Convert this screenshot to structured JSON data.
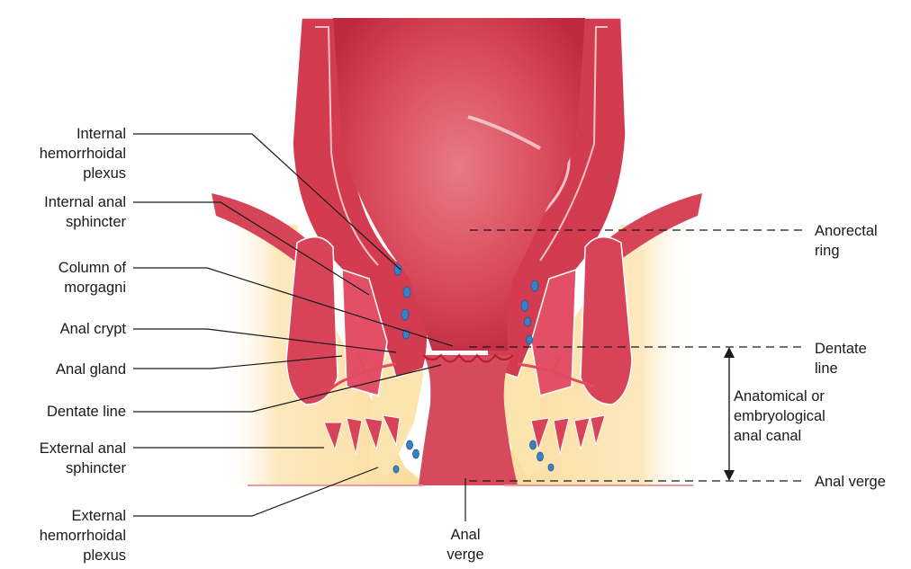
{
  "labels": {
    "internal_hemorrhoidal_plexus": "Internal\nhemorrhoidal\nplexus",
    "internal_anal_sphincter": "Internal anal\nsphincter",
    "column_of_morgagni": "Column of\nmorgagni",
    "anal_crypt": "Anal crypt",
    "anal_gland": "Anal gland",
    "dentate_line_left": "Dentate line",
    "external_anal_sphincter": "External anal\nsphincter",
    "external_hemorrhoidal_plexus": "External\nhemorrhoidal\nplexus",
    "anal_verge_bottom": "Anal\nverge",
    "anorectal_ring": "Anorectal\nring",
    "dentate_line_right": "Dentate\nline",
    "anatomical_anal_canal": "Anatomical or\nembryological\nanal canal",
    "anal_verge_right": "Anal verge"
  },
  "colors": {
    "mucosa": "#d63a4e",
    "mucosa_dark": "#b81f37",
    "fat": "#fbe0a8",
    "fat_outer": "#f6c98a",
    "vein": "#3b7fc4",
    "leader": "#1a1a1a"
  }
}
